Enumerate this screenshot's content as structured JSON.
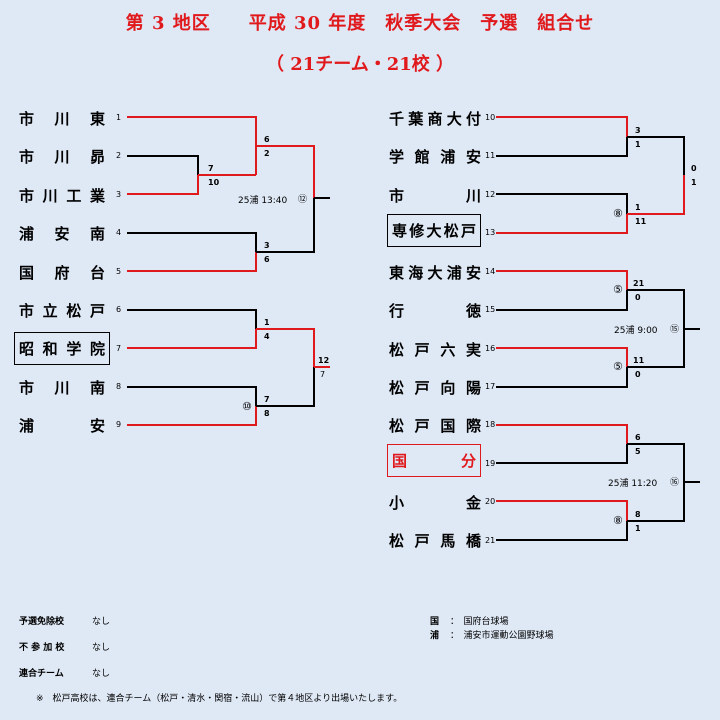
{
  "title": "第 3 地区　　平成 30 年度　秋季大会　予選　組合せ",
  "subtitle": "（ 21チーム・21校 ）",
  "left_teams": [
    {
      "name": "市 川 東",
      "no": "1"
    },
    {
      "name": "市 川 昴",
      "no": "2"
    },
    {
      "name": "市 川 工 業",
      "no": "3"
    },
    {
      "name": "浦 安 南",
      "no": "4"
    },
    {
      "name": "国 府 台",
      "no": "5"
    },
    {
      "name": "市 立 松 戸",
      "no": "6"
    },
    {
      "name": "昭 和 学 院",
      "no": "7"
    },
    {
      "name": "市 川 南",
      "no": "8"
    },
    {
      "name": "浦 安",
      "no": "9"
    }
  ],
  "right_teams": [
    {
      "name": "千 葉 商 大 付",
      "no": "10"
    },
    {
      "name": "学 館 浦 安",
      "no": "11"
    },
    {
      "name": "市 川",
      "no": "12"
    },
    {
      "name": "専 修 大 松 戸",
      "no": "13"
    },
    {
      "name": "東 海 大 浦 安",
      "no": "14"
    },
    {
      "name": "行 徳",
      "no": "15"
    },
    {
      "name": "松 戸 六 実",
      "no": "16"
    },
    {
      "name": "松 戸 向 陽",
      "no": "17"
    },
    {
      "name": "松 戸 国 際",
      "no": "18"
    },
    {
      "name": "国 分",
      "no": "19"
    },
    {
      "name": "小 金",
      "no": "20"
    },
    {
      "name": "松 戸 馬 橋",
      "no": "21"
    }
  ],
  "scores": {
    "l_2v3": [
      "7",
      "10"
    ],
    "l_1v3": [
      "6",
      "2"
    ],
    "l_4v5": [
      "3",
      "6"
    ],
    "l_6v7": [
      "1",
      "4"
    ],
    "l_8v9": [
      "7",
      "8"
    ],
    "l_final": [
      "12",
      "7"
    ],
    "r_10v11": [
      "3",
      "1"
    ],
    "r_12v13": [
      "1",
      "11"
    ],
    "r_top": [
      "0",
      "1"
    ],
    "r_14v15": [
      "21",
      "0"
    ],
    "r_16v17": [
      "11",
      "0"
    ],
    "r_18v19": [
      "6",
      "5"
    ],
    "r_20v21": [
      "8",
      "1"
    ]
  },
  "notes": {
    "l_semi": "25浦 13:40",
    "l_semi_no": "⑫",
    "l_89": "⑩",
    "r_1213": "⑧",
    "r_1415": "⑤",
    "r_1617": "⑤",
    "r_mid": "25浦 9:00",
    "r_mid_no": "⑮",
    "r_bot": "25浦 11:20",
    "r_bot_no": "⑯",
    "r_2021": "⑧"
  },
  "footer": {
    "exempt_label": "予選免除校",
    "exempt_value": "なし",
    "absent_label": "不 参 加 校",
    "absent_value": "なし",
    "joint_label": "連合チーム",
    "joint_value": "なし",
    "venue1_key": "国",
    "venue1_value": "：　国府台球場",
    "venue2_key": "浦",
    "venue2_value": "：　浦安市運動公園野球場",
    "remark": "※　松戸高校は、連合チーム（松戸・清水・関宿・流山）で第４地区より出場いたします。"
  },
  "colors": {
    "win": "#e0191c",
    "lose": "#000000",
    "bg": "#dfe9f6"
  }
}
